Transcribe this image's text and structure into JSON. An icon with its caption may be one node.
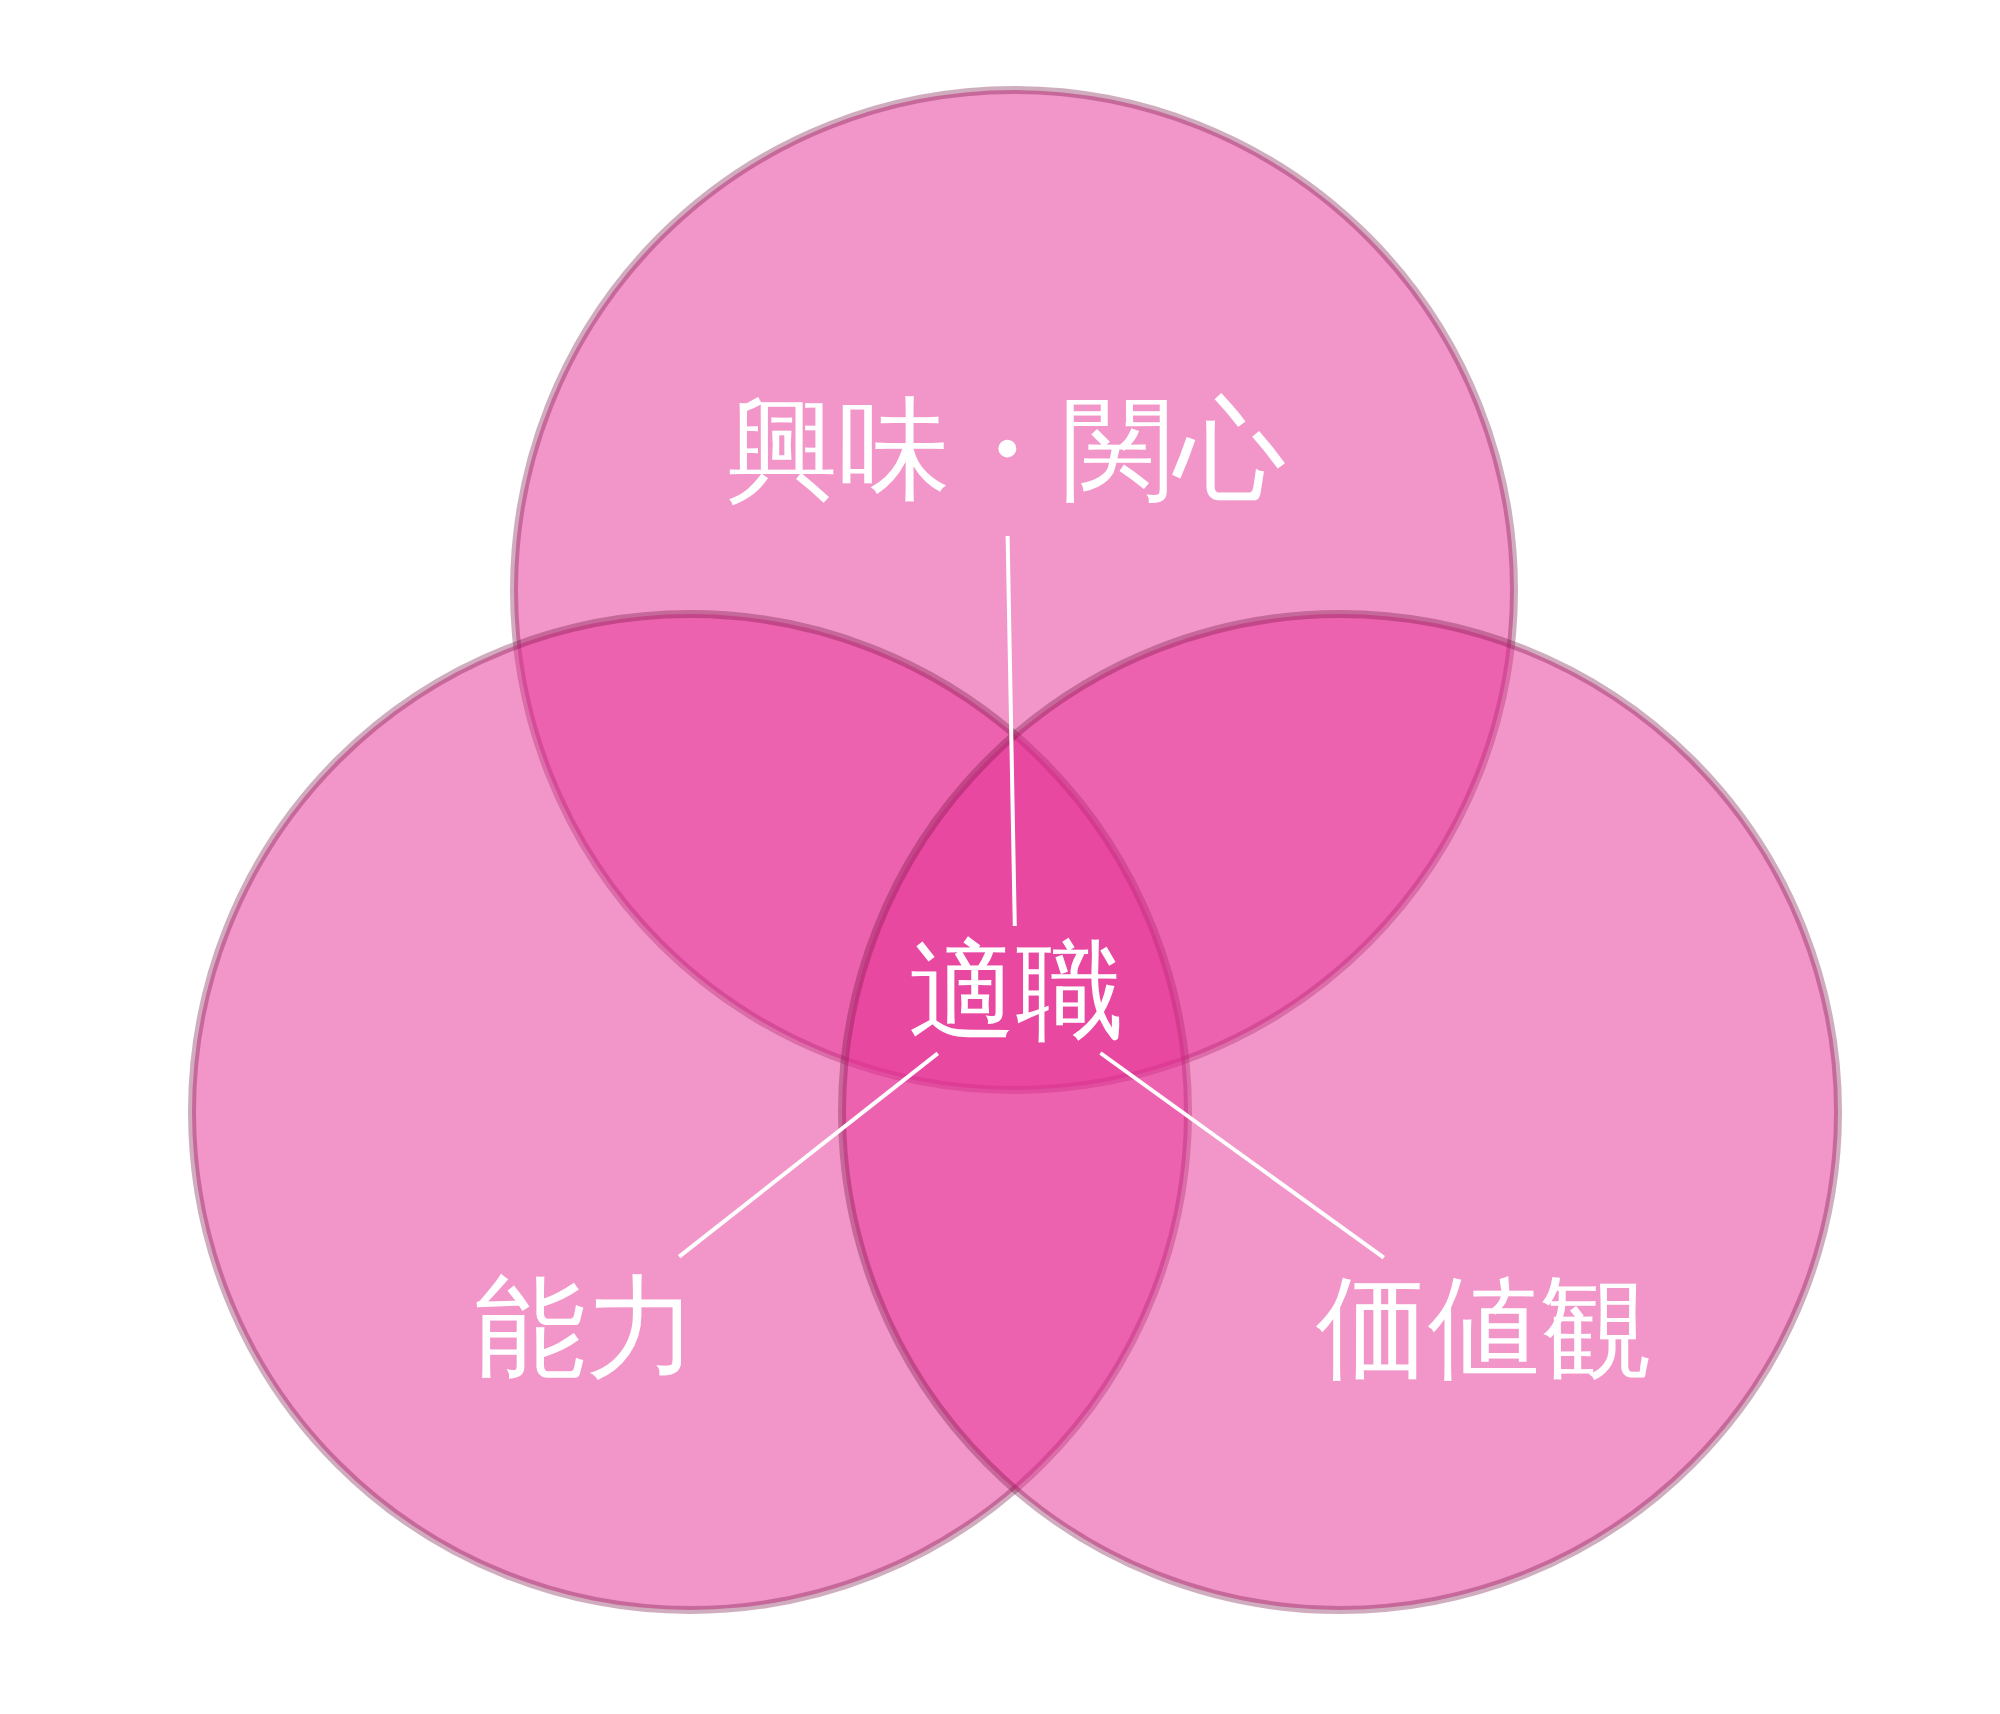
{
  "diagram": {
    "nodes": [
      {
        "text": [
          "興味・関心"
        ]
      },
      {
        "text": [
          "能力"
        ]
      },
      {
        "text": [
          "価値観"
        ]
      },
      {
        "text": [
          "適職"
        ]
      }
    ],
    "edges": [
      {
        "from": 0,
        "to": 3,
        "arrow": "none"
      },
      {
        "from": 1,
        "to": 3,
        "arrow": "none"
      },
      {
        "from": 2,
        "to": 3,
        "arrow": "none"
      }
    ]
  }
}
